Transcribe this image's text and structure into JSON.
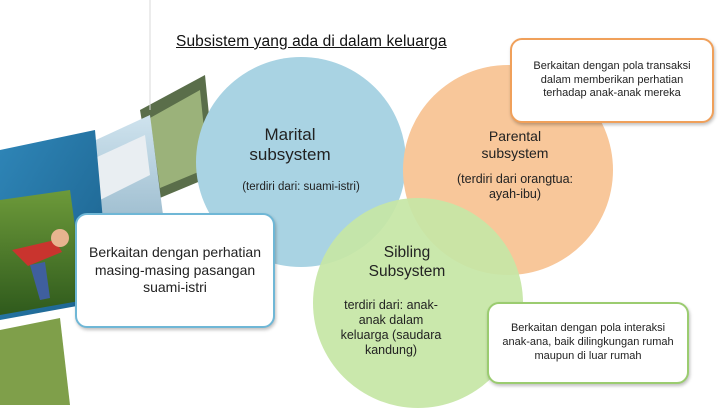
{
  "title": "Subsistem yang ada di dalam keluarga",
  "colors": {
    "marital": "#a9d3e3",
    "parental": "#f8c79a",
    "sibling": "#c6e6a6",
    "callout_parental_border": "#f0a05a",
    "callout_marital_border": "#6fb7d6",
    "callout_sibling_border": "#9bcc70"
  },
  "subsystems": {
    "marital": {
      "name": "Marital subsystem",
      "desc": "(terdiri dari: suami-istri)",
      "callout": "Berkaitan dengan perhatian masing-masing pasangan suami-istri"
    },
    "parental": {
      "name": "Parental subsystem",
      "desc": "(terdiri dari orangtua: ayah-ibu)",
      "callout": "Berkaitan dengan pola transaksi dalam memberikan perhatian terhadap anak-anak mereka"
    },
    "sibling": {
      "name": "Sibling Subsystem",
      "desc": "terdiri dari: anak-anak dalam keluarga (saudara kandung)",
      "callout": "Berkaitan dengan pola interaksi anak-ana, baik dilingkungan rumah maupun di luar rumah"
    }
  }
}
